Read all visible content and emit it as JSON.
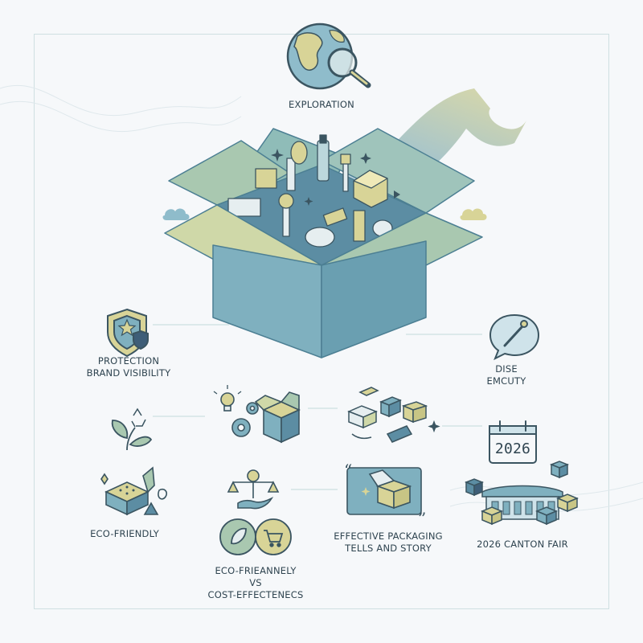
{
  "labels": {
    "exploration": "EXPLORATION",
    "protection": "PROTECTION",
    "brand_visibility": "BRAND VISIBILITY",
    "dise": "DISE",
    "emcuty": "EMCUTY",
    "eco_friendly": "ECO-FRIENDLY",
    "eco_vs_line1": "ECO-FRIEANNELY",
    "eco_vs_line2": "VS",
    "eco_vs_line3": "COST-EFFECTENECS",
    "packaging_line1": "EFFECTIVE PACKAGING",
    "packaging_line2": "TELLS AND STORY",
    "canton_fair": "2026 CANTON FAIR",
    "calendar_year": "2026"
  },
  "colors": {
    "teal": "#7fb0bf",
    "teal_dark": "#4c7f93",
    "sage": "#a9c8b0",
    "sand": "#d8d497",
    "outline": "#3b5561",
    "navy": "#3e5e78"
  }
}
